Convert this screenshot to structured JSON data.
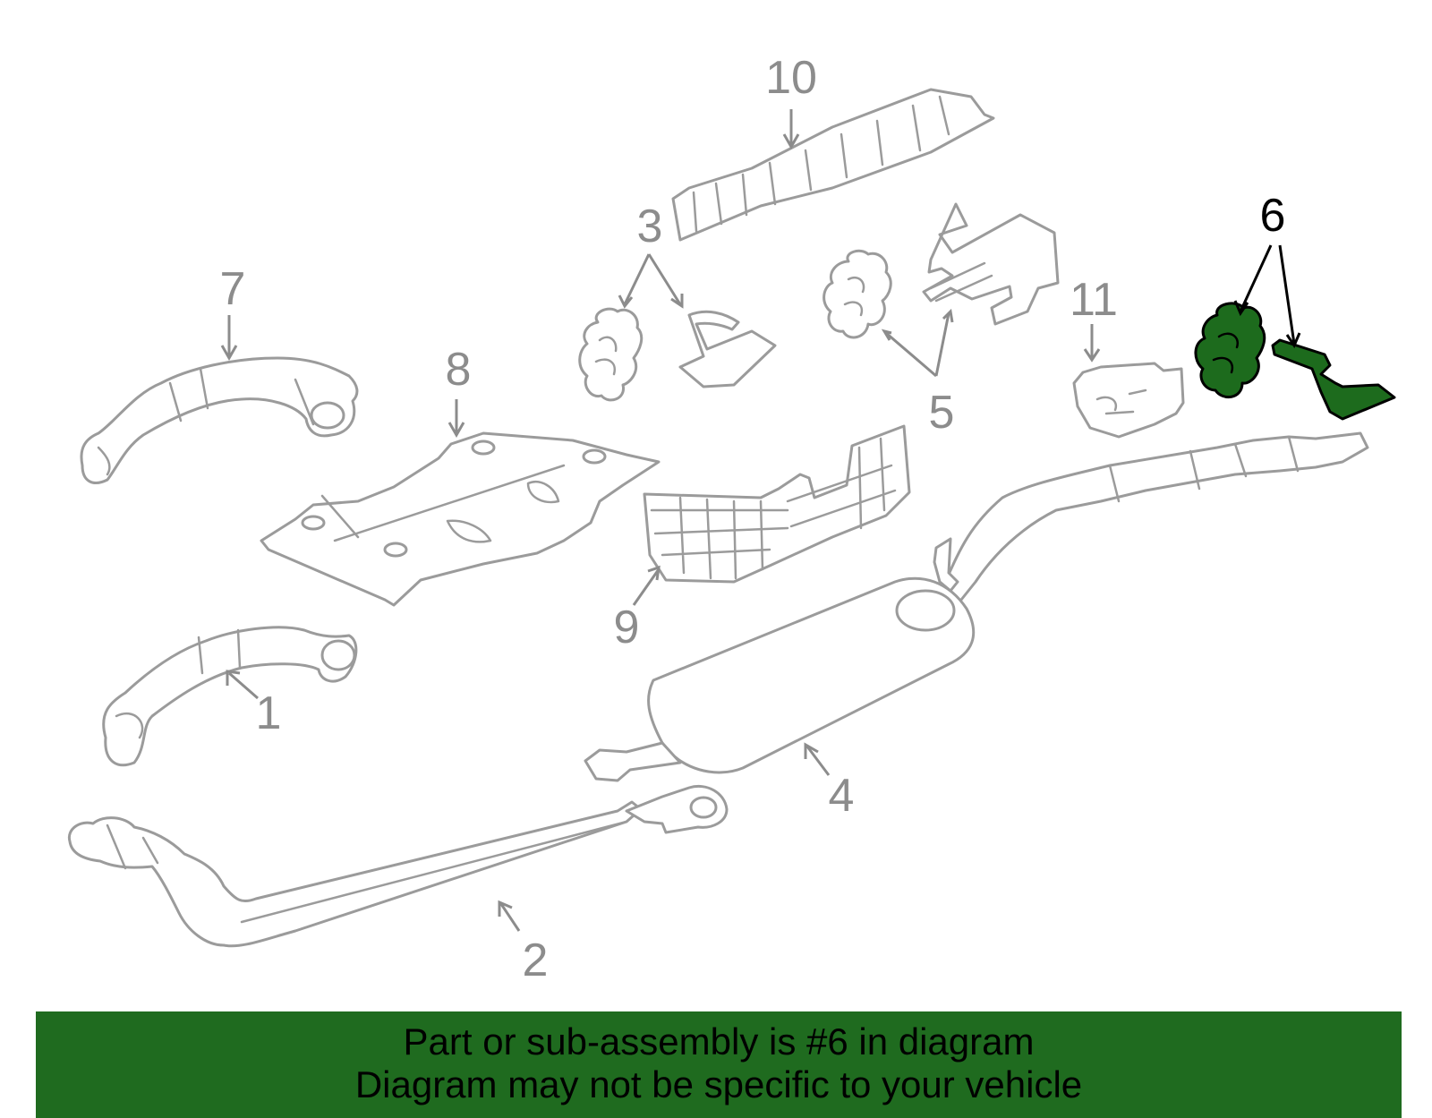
{
  "diagram": {
    "callouts": [
      {
        "id": "1",
        "label": "1"
      },
      {
        "id": "2",
        "label": "2"
      },
      {
        "id": "3",
        "label": "3"
      },
      {
        "id": "4",
        "label": "4"
      },
      {
        "id": "5",
        "label": "5"
      },
      {
        "id": "6",
        "label": "6",
        "highlighted": true
      },
      {
        "id": "7",
        "label": "7"
      },
      {
        "id": "8",
        "label": "8"
      },
      {
        "id": "9",
        "label": "9"
      },
      {
        "id": "10",
        "label": "10"
      },
      {
        "id": "11",
        "label": "11"
      }
    ],
    "colors": {
      "part_outline": "#9b9b9b",
      "highlight_fill": "#1d6b1d",
      "banner_bg": "#1f6b1f"
    }
  },
  "banner": {
    "line1": "Part or sub-assembly is #6 in diagram",
    "line2": "Diagram may not be specific to your vehicle"
  }
}
